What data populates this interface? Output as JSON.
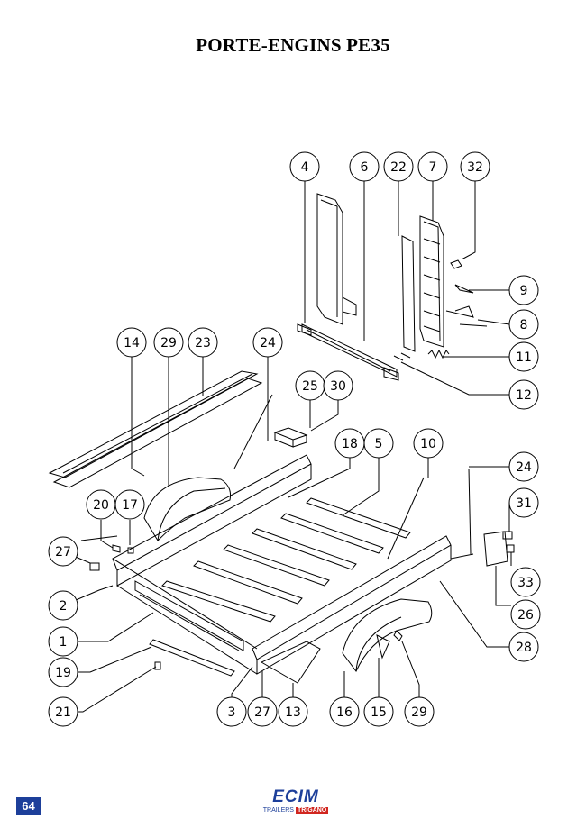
{
  "page": {
    "title": "PORTE-ENGINS PE35",
    "page_number": "64"
  },
  "logo": {
    "main": "ECIM",
    "sub": "TRAILERS",
    "brand": "TRIGANO"
  },
  "callouts": [
    {
      "label": "4"
    },
    {
      "label": "6"
    },
    {
      "label": "22"
    },
    {
      "label": "7"
    },
    {
      "label": "32"
    },
    {
      "label": "9"
    },
    {
      "label": "8"
    },
    {
      "label": "11"
    },
    {
      "label": "12"
    },
    {
      "label": "14"
    },
    {
      "label": "29"
    },
    {
      "label": "23"
    },
    {
      "label": "24"
    },
    {
      "label": "25"
    },
    {
      "label": "30"
    },
    {
      "label": "18"
    },
    {
      "label": "5"
    },
    {
      "label": "10"
    },
    {
      "label": "24"
    },
    {
      "label": "31"
    },
    {
      "label": "33"
    },
    {
      "label": "26"
    },
    {
      "label": "28"
    },
    {
      "label": "20"
    },
    {
      "label": "17"
    },
    {
      "label": "27"
    },
    {
      "label": "2"
    },
    {
      "label": "1"
    },
    {
      "label": "19"
    },
    {
      "label": "21"
    },
    {
      "label": "3"
    },
    {
      "label": "27"
    },
    {
      "label": "13"
    },
    {
      "label": "16"
    },
    {
      "label": "15"
    },
    {
      "label": "29"
    }
  ]
}
